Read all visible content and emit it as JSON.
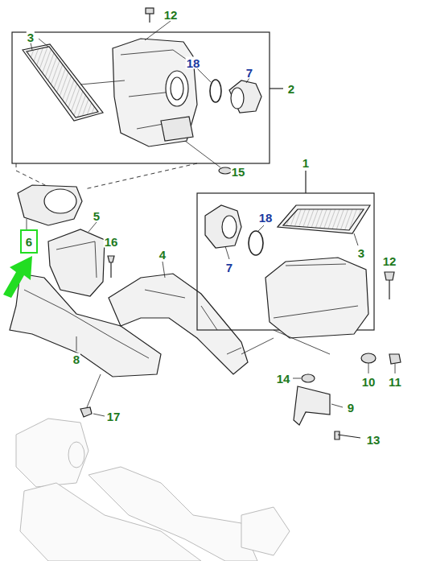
{
  "diagram": {
    "labels": [
      "12",
      "3",
      "18",
      "7",
      "2",
      "15",
      "1",
      "5",
      "6",
      "16",
      "4",
      "18",
      "7",
      "3",
      "12",
      "8",
      "14",
      "10",
      "11",
      "9",
      "17",
      "13"
    ]
  }
}
